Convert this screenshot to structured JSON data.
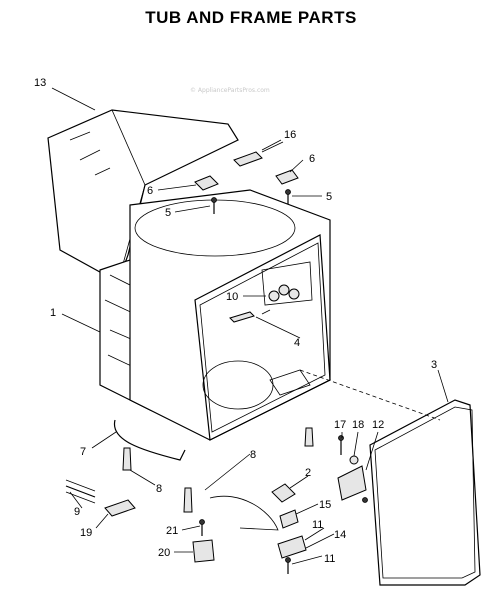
{
  "title": "TUB AND FRAME PARTS",
  "watermark": "© AppliancePartsPros.com",
  "callouts": [
    {
      "id": "c13",
      "label": "13"
    },
    {
      "id": "c16",
      "label": "16"
    },
    {
      "id": "c6a",
      "label": "6"
    },
    {
      "id": "c6b",
      "label": "6"
    },
    {
      "id": "c5a",
      "label": "5"
    },
    {
      "id": "c5b",
      "label": "5"
    },
    {
      "id": "c10",
      "label": "10"
    },
    {
      "id": "c4",
      "label": "4"
    },
    {
      "id": "c1",
      "label": "1"
    },
    {
      "id": "c3",
      "label": "3"
    },
    {
      "id": "c7",
      "label": "7"
    },
    {
      "id": "c8a",
      "label": "8"
    },
    {
      "id": "c8b",
      "label": "8"
    },
    {
      "id": "c17",
      "label": "17"
    },
    {
      "id": "c18",
      "label": "18"
    },
    {
      "id": "c12",
      "label": "12"
    },
    {
      "id": "c2",
      "label": "2"
    },
    {
      "id": "c9",
      "label": "9"
    },
    {
      "id": "c19",
      "label": "19"
    },
    {
      "id": "c15",
      "label": "15"
    },
    {
      "id": "c21",
      "label": "21"
    },
    {
      "id": "c11a",
      "label": "11"
    },
    {
      "id": "c14",
      "label": "14"
    },
    {
      "id": "c20",
      "label": "20"
    },
    {
      "id": "c11b",
      "label": "11"
    }
  ]
}
